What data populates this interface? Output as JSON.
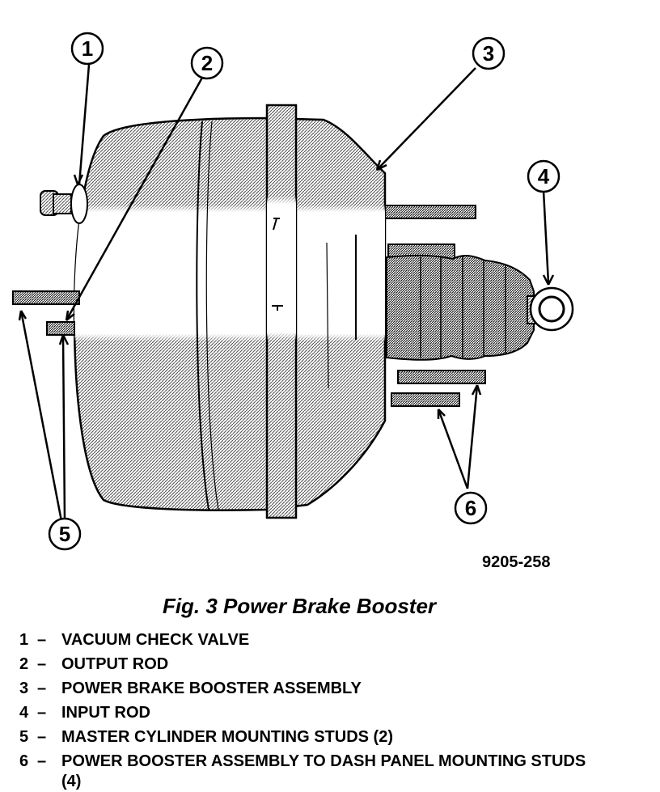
{
  "figure": {
    "id": "9205-258",
    "caption": "Fig. 3 Power Brake Booster",
    "callouts": [
      "1",
      "2",
      "3",
      "4",
      "5",
      "6"
    ]
  },
  "legend": [
    {
      "num": "1",
      "dash": "–",
      "text": "VACUUM CHECK VALVE"
    },
    {
      "num": "2",
      "dash": "–",
      "text": "OUTPUT ROD"
    },
    {
      "num": "3",
      "dash": "–",
      "text": "POWER BRAKE BOOSTER ASSEMBLY"
    },
    {
      "num": "4",
      "dash": "–",
      "text": "INPUT ROD"
    },
    {
      "num": "5",
      "dash": "–",
      "text": "MASTER CYLINDER MOUNTING STUDS (2)"
    },
    {
      "num": "6",
      "dash": "–",
      "text": "POWER BOOSTER ASSEMBLY TO DASH PANEL MOUNTING STUDS (4)"
    }
  ]
}
